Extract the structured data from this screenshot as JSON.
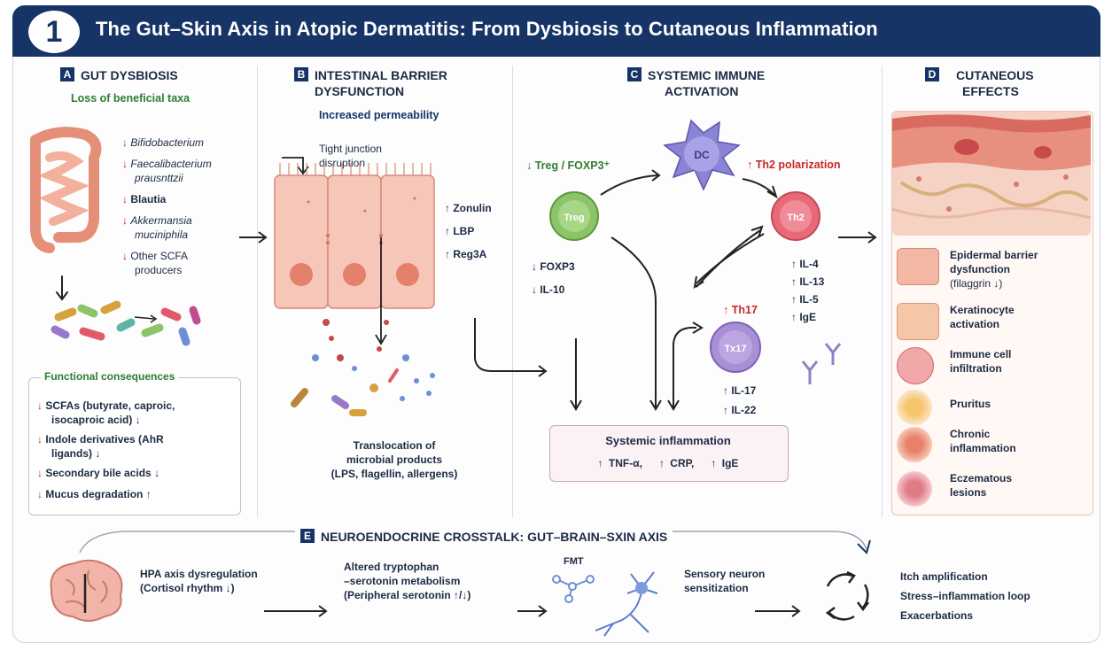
{
  "figure_number": "1",
  "title": "The Gut–Skin Axis in Atopic Dermatitis: From Dysbiosis to Cutaneous Inflammation",
  "sections": {
    "a": {
      "letter": "A",
      "heading": "GUT DYSBIOSIS",
      "subheading": "Loss of beneficial taxa",
      "taxa": [
        {
          "name": "Bifidobacterium",
          "line2": ""
        },
        {
          "name": "Faecalibacterium",
          "line2": "prausnttzii"
        },
        {
          "name": "Blautia",
          "line2": ""
        },
        {
          "name": "Akkermansia",
          "line2": "muciniphila"
        },
        {
          "name": "Other SCFA",
          "line2": "producers"
        }
      ],
      "consequences_title": "Functional consequences",
      "consequences": [
        {
          "line1": "SCFAs (butyrate, caproic,",
          "line2": "isocaproic acid) ↓"
        },
        {
          "line1": "Indole derivatives (AhR",
          "line2": "ligands) ↓"
        },
        {
          "line1": "Secondary bile acids ↓",
          "line2": ""
        },
        {
          "line1": "Mucus degradation ↑",
          "line2": ""
        }
      ]
    },
    "b": {
      "letter": "B",
      "heading_line1": "INTESTINAL BARRIER",
      "heading_line2": "DYSFUNCTION",
      "subheading": "Increased permeability",
      "tj_label_line1": "Tight junction",
      "tj_label_line2": "disruption",
      "markers": [
        "↑ Zonulin",
        "↑ LBP",
        "↑ Reg3A"
      ],
      "translocation_line1": "Translocation of",
      "translocation_line2": "microbial products",
      "translocation_line3": "(LPS, flagellin, allergens)"
    },
    "c": {
      "letter": "C",
      "heading_line1": "SYSTEMIC IMMUNE",
      "heading_line2": "ACTIVATION",
      "treg_label": "↓ Treg / FOXP3⁺",
      "dc_label": "DC",
      "th2_polarization": "↑ Th2 polarization",
      "treg_cell": "Treg",
      "th2_cell": "Th2",
      "th17_cell": "Tx17",
      "treg_markers": [
        "↓ FOXP3",
        "↓ IL-10"
      ],
      "th2_markers": [
        "↑ IL-4",
        "↑ IL-13",
        "↑ IL-5",
        "↑ IgE"
      ],
      "th17_label": "↑ Th17",
      "th17_markers": [
        "↑ IL-17",
        "↑ IL-22"
      ],
      "systemic_title": "Systemic inflammation",
      "systemic_markers": [
        "↑ TNF-α,",
        "↑ CRP,",
        "↑ IgE"
      ]
    },
    "d": {
      "letter": "D",
      "heading_line1": "CUTANEOUS",
      "heading_line2": "EFFECTS",
      "effects": [
        {
          "line1": "Epidermal barrier",
          "line2": "dysfunction",
          "line3": "(filaggrin ↓)"
        },
        {
          "line1": "Keratinocyte",
          "line2": "activation",
          "line3": ""
        },
        {
          "line1": "Immune cell",
          "line2": "infiltration",
          "line3": ""
        },
        {
          "line1": "Pruritus",
          "line2": "",
          "line3": ""
        },
        {
          "line1": "Chronic",
          "line2": "inflammation",
          "line3": ""
        },
        {
          "line1": "Eczematous",
          "line2": "lesions",
          "line3": ""
        }
      ]
    },
    "e": {
      "letter": "E",
      "heading": "NEUROENDOCRINE CROSSTALK: GUT–BRAIN–SXIN AXIS",
      "hpa_line1": "HPA axis dysregulation",
      "hpa_line2": "(Cortisol rhythm ↓)",
      "trp_line1": "Altered tryptophan",
      "trp_line2": "–serotonin metabolism",
      "trp_line3": "(Peripheral serotonin ↑/↓)",
      "fmt": "FMT",
      "sensory_line1": "Sensory neuron",
      "sensory_line2": "sensitization",
      "outcomes": [
        "Itch amplification",
        "Stress–inflammation loop",
        "Exacerbations"
      ]
    }
  },
  "colors": {
    "navy": "#163466",
    "green": "#2e7d32",
    "red": "#c62828",
    "intestine": "#f2a48e",
    "epithelium": "#f6c7b9",
    "treg": "#8cc46a",
    "th2": "#e86a78",
    "th17": "#a98fd6",
    "dc": "#8a84d6"
  }
}
